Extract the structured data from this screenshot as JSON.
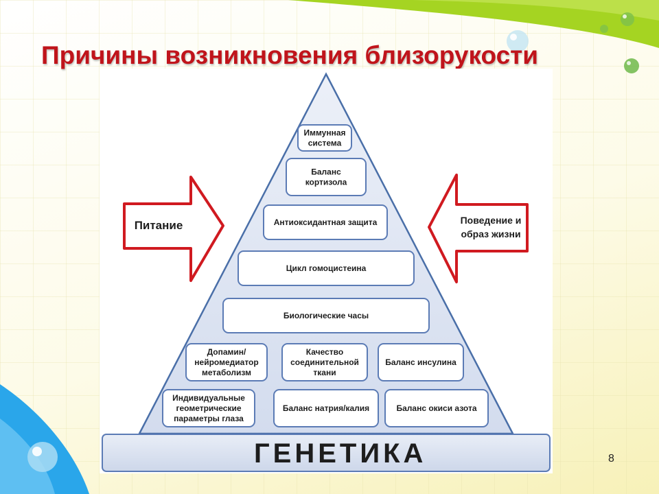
{
  "slide": {
    "title": "Причины возникновения близорукости",
    "page_number": "8"
  },
  "arrows": {
    "left": {
      "lines": [
        "Питание"
      ]
    },
    "right": {
      "lines": [
        "Поведение и",
        "образ жизни"
      ]
    }
  },
  "pyramid": {
    "levels": [
      {
        "id": "immune",
        "lines": [
          "Иммунная",
          "система"
        ]
      },
      {
        "id": "cortisol",
        "lines": [
          "Баланс",
          "кортизола"
        ]
      },
      {
        "id": "antioxidant",
        "lines": [
          "Антиоксидантная защита"
        ]
      },
      {
        "id": "homocysteine",
        "lines": [
          "Цикл гомоцистеина"
        ]
      },
      {
        "id": "biological-clock",
        "lines": [
          "Биологические часы"
        ]
      },
      {
        "id": "dopamine",
        "lines": [
          "Допамин/",
          "нейромедиатор",
          "метаболизм"
        ]
      },
      {
        "id": "connective-tissue",
        "lines": [
          "Качество",
          "соединительной",
          "ткани"
        ]
      },
      {
        "id": "insulin",
        "lines": [
          "Баланс инсулина"
        ]
      },
      {
        "id": "eye-params",
        "lines": [
          "Индивидуальные",
          "геометрические",
          "параметры глаза"
        ]
      },
      {
        "id": "sodium-potassium",
        "lines": [
          "Баланс натрия/калия"
        ]
      },
      {
        "id": "nitric-oxide",
        "lines": [
          "Баланс окиси азота"
        ]
      }
    ],
    "base": {
      "label": "ГЕНЕТИКА"
    }
  },
  "colors": {
    "title": "#c0141b",
    "arrow_border": "#d01a20",
    "pyramid_fill": "#dfe6f3",
    "pyramid_border": "#4a6fa8",
    "box_border": "#5b7bb5",
    "green_accent": "#9bcf1e",
    "blue_accent": "#27a3e8"
  }
}
